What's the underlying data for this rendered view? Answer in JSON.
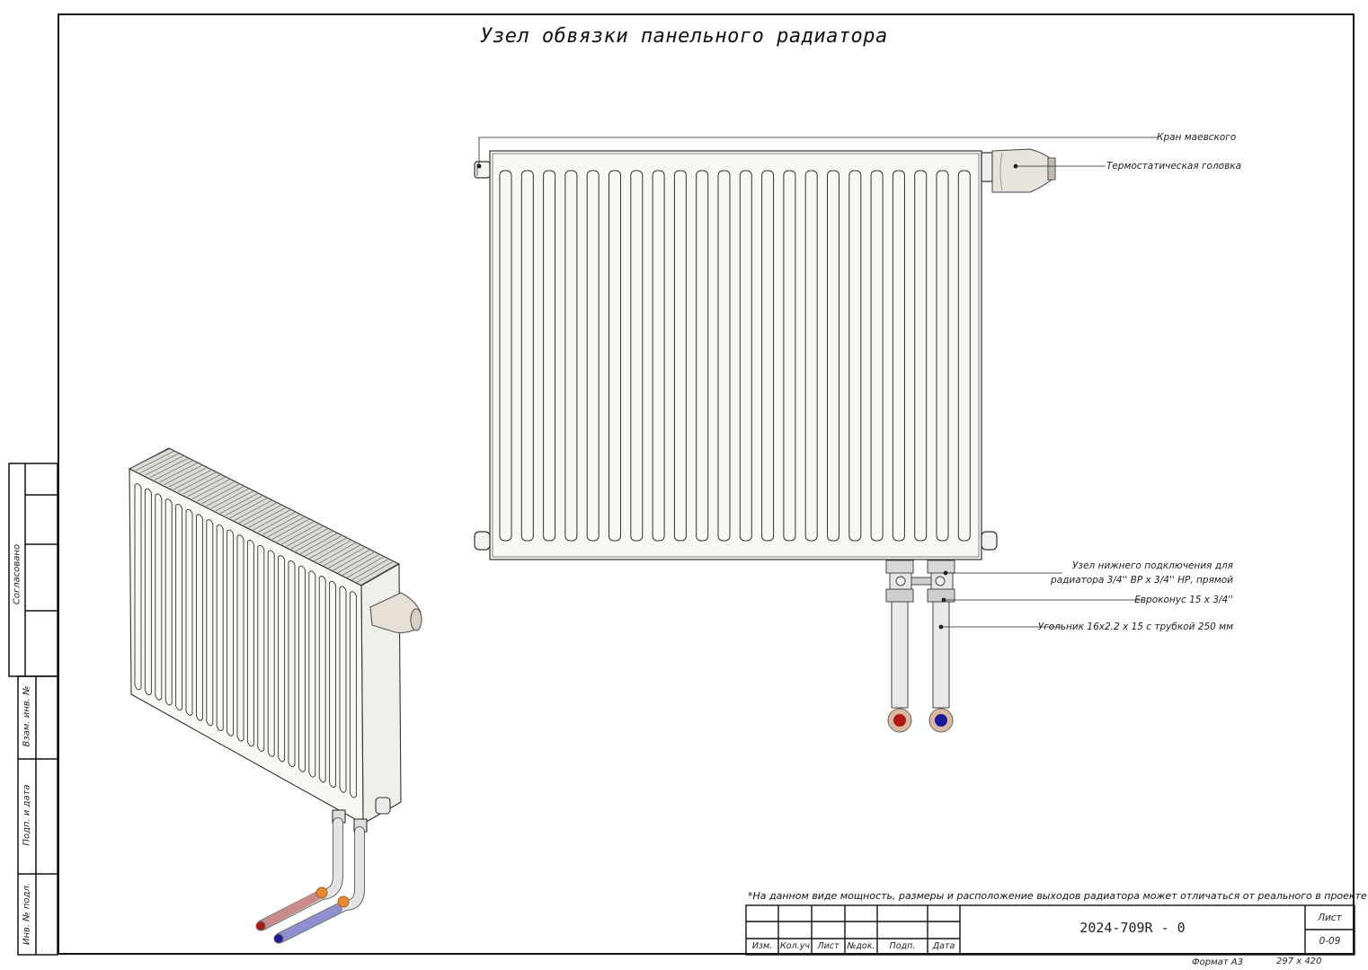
{
  "title": "Узел обвязки панельного радиатора",
  "callouts": {
    "mayevsky": "Кран маевского",
    "thermo_head": "Термостатическая головка",
    "bottom_unit_line1": "Узел нижнего подключения для",
    "bottom_unit_line2": "радиатора 3/4'' ВР х 3/4'' НР, прямой",
    "euroconus": "Евроконус 15 х 3/4''",
    "elbow": "Угольник 16х2.2 х 15 с трубкой 250 мм"
  },
  "side_stamp": {
    "agreed": "Согласовано",
    "vzam_inv": "Взам. инв. №",
    "sign_date": "Подп. и дата",
    "inv_podl": "Инв. № подл."
  },
  "note": "*На данном виде мощность, размеры и расположение выходов радиатора может отличаться от реального в проекте",
  "title_block": {
    "columns": [
      "Изм.",
      "Кол.уч",
      "Лист",
      "№док.",
      "Подп.",
      "Дата"
    ],
    "code": "2024-709R - 0",
    "sheet_label": "Лист",
    "sheet_value": "0-09",
    "format": "Формат А3",
    "size": "297 х 420"
  },
  "colors": {
    "supply": "#b01818",
    "return": "#1a1a9a",
    "line": "#222222",
    "panel": "#f7f8f3"
  }
}
